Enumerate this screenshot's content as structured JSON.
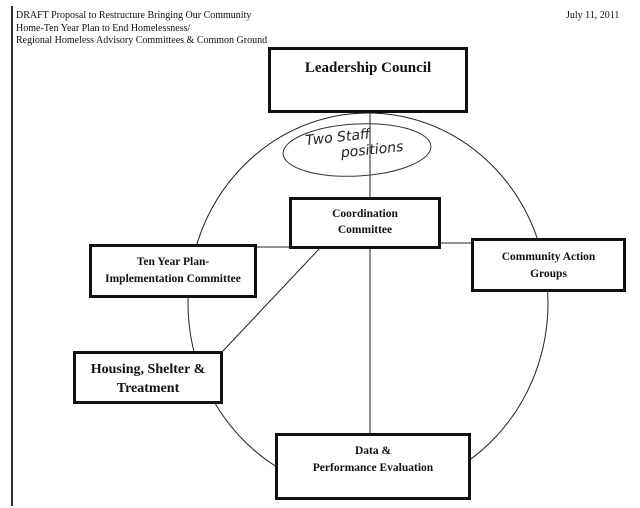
{
  "header": {
    "lines": [
      "DRAFT Proposal to Restructure Bringing Our Community",
      "Home-Ten Year Plan to End Homelessness/",
      "Regional Homeless Advisory Committees & Common Ground"
    ],
    "date": "July 11, 2011"
  },
  "nodes": {
    "leadership": "Leadership Council",
    "coordination": [
      "Coordination",
      "Committee"
    ],
    "ten_year": [
      "Ten Year Plan-",
      "Implementation Committee"
    ],
    "community": [
      "Community Action",
      "Groups"
    ],
    "housing": [
      "Housing, Shelter &",
      "Treatment"
    ],
    "data": [
      "Data &",
      "Performance Evaluation"
    ]
  },
  "annotation": [
    "Two Staff",
    "positions"
  ]
}
